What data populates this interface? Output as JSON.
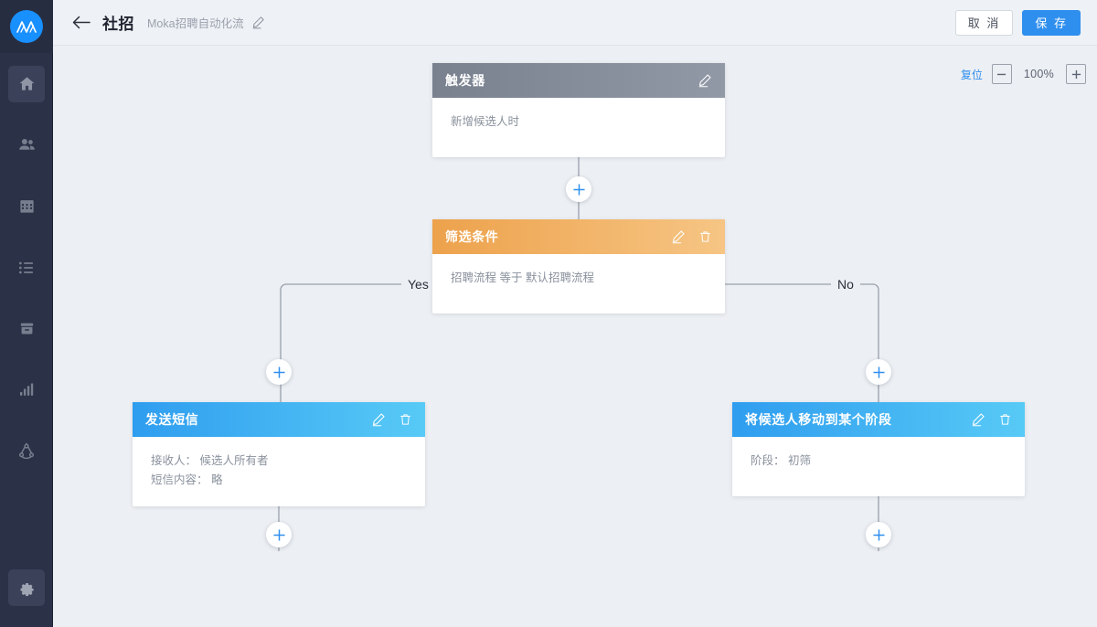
{
  "sidebar": {
    "logo": {
      "name": "moka-logo",
      "color": "#1890ff"
    },
    "items": [
      {
        "icon": "home-icon",
        "active": true
      },
      {
        "icon": "people-icon",
        "active": false
      },
      {
        "icon": "calendar-icon",
        "active": false
      },
      {
        "icon": "list-icon",
        "active": false
      },
      {
        "icon": "archive-icon",
        "active": false
      },
      {
        "icon": "bar-chart-icon",
        "active": false
      },
      {
        "icon": "network-icon",
        "active": false
      }
    ],
    "bottom_item": {
      "icon": "gear-icon",
      "active": true
    }
  },
  "topbar": {
    "back_icon": "back-arrow-icon",
    "title": "社招",
    "flow_name": "Moka招聘自动化流",
    "edit_icon": "pencil-icon",
    "cancel_label": "取 消",
    "save_label": "保 存",
    "save_color": "#2f8fef"
  },
  "canvas": {
    "zoom": {
      "reset_label": "复位",
      "minus_label": "−",
      "level": "100%",
      "plus_label": "+"
    },
    "branch_labels": {
      "yes": "Yes",
      "no": "No"
    },
    "nodes": [
      {
        "id": "trigger",
        "title": "触发器",
        "header_style": "gray",
        "body": [
          "新增候选人时"
        ],
        "icons": [
          "pencil-icon"
        ]
      },
      {
        "id": "condition",
        "title": "筛选条件",
        "header_style": "orange",
        "body": [
          "招聘流程 等于 默认招聘流程"
        ],
        "icons": [
          "pencil-icon",
          "trash-icon"
        ]
      },
      {
        "id": "send-sms",
        "title": "发送短信",
        "header_style": "blue",
        "body": [
          "接收人： 候选人所有者",
          "短信内容： 略"
        ],
        "icons": [
          "pencil-icon",
          "trash-icon"
        ]
      },
      {
        "id": "move-stage",
        "title": "将候选人移动到某个阶段",
        "header_style": "blue",
        "body": [
          "阶段： 初筛"
        ],
        "icons": [
          "pencil-icon",
          "trash-icon"
        ]
      }
    ],
    "add_buttons": [
      "add-after-trigger",
      "add-yes-branch",
      "add-no-branch",
      "add-after-sms",
      "add-after-move-stage"
    ]
  }
}
